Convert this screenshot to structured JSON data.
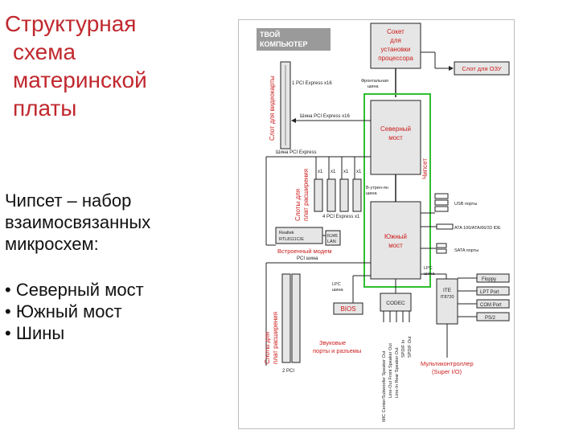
{
  "slide": {
    "title_lines": [
      "Структурная",
      "схема",
      "материнской",
      "платы"
    ],
    "body_line1": "Чипсет – набор",
    "body_line2": "взаимосвязанных",
    "body_line3": "микросхем:",
    "bullets": [
      "• Северный мост",
      "• Южный мост",
      "• Шины"
    ]
  },
  "diagram": {
    "logo_line1": "ТВОЙ",
    "logo_line2": "КОМПЬЮТЕР",
    "socket": [
      "Сокет",
      "для",
      "установки",
      "процессора"
    ],
    "ram_slot": "Слот для ОЗУ",
    "video_slot": "Слот для видеокарты",
    "pcie_x16_1": "1 PCI Express x16",
    "fsb": [
      "Фронтальная",
      "шина"
    ],
    "bus_pcie_x16": "Шина PCI Express x16",
    "north_bridge": [
      "Северный",
      "мост"
    ],
    "chipset": "Чипсет",
    "bus_pcie": "Шина PCI Express",
    "x1_labels": [
      "x1",
      "x1",
      "x1",
      "x1"
    ],
    "expansion_slots_top": [
      "Слоты для",
      "плат расширения"
    ],
    "internal_bus": [
      "В-утрен-ян",
      "шина"
    ],
    "pcie_x1_4": "4 PCI Express x1",
    "usb_ports": "USB порты",
    "ide": "ATA 100/ATA/66/33 IDE",
    "sata": "SATA порты",
    "realtek": [
      "Realtek",
      "RTL8111C/E"
    ],
    "rj45": [
      "RJ45",
      "LAN"
    ],
    "modem": "Встроенный модем",
    "south_bridge": [
      "Южный",
      "мост"
    ],
    "pci_bus": "PCI шина",
    "lpc_bus1": [
      "LPC",
      "шина"
    ],
    "lpc_bus2": [
      "LPC",
      "шина"
    ],
    "ite": [
      "ITE",
      "IT8720"
    ],
    "floppy": "Floppy",
    "lpt": "LPT Port",
    "com": "COM Port",
    "ps2": "PS/2",
    "bios": "BIOS",
    "codec": "CODEC",
    "expansion_slots_bottom": [
      "Слоты для",
      "плат расширения"
    ],
    "pci_2": "2 PCI",
    "audio": [
      "Звуковые",
      "порты и разъемы"
    ],
    "audio_ports": [
      "MIC Center/Subwoofer Speaker Out",
      "Line-Out Front Speaker Out",
      "Line-In Rear Speaker Out",
      "SPDIF In",
      "SPDIF Out"
    ],
    "multi": [
      "Мультиконтроллер",
      "(Super I/O)"
    ]
  },
  "colors": {
    "accent_red": "#c0282e",
    "diagram_red": "#cc1b1b",
    "chipset_green": "#2fbf2f",
    "box_gray": "#e6e6e6"
  }
}
